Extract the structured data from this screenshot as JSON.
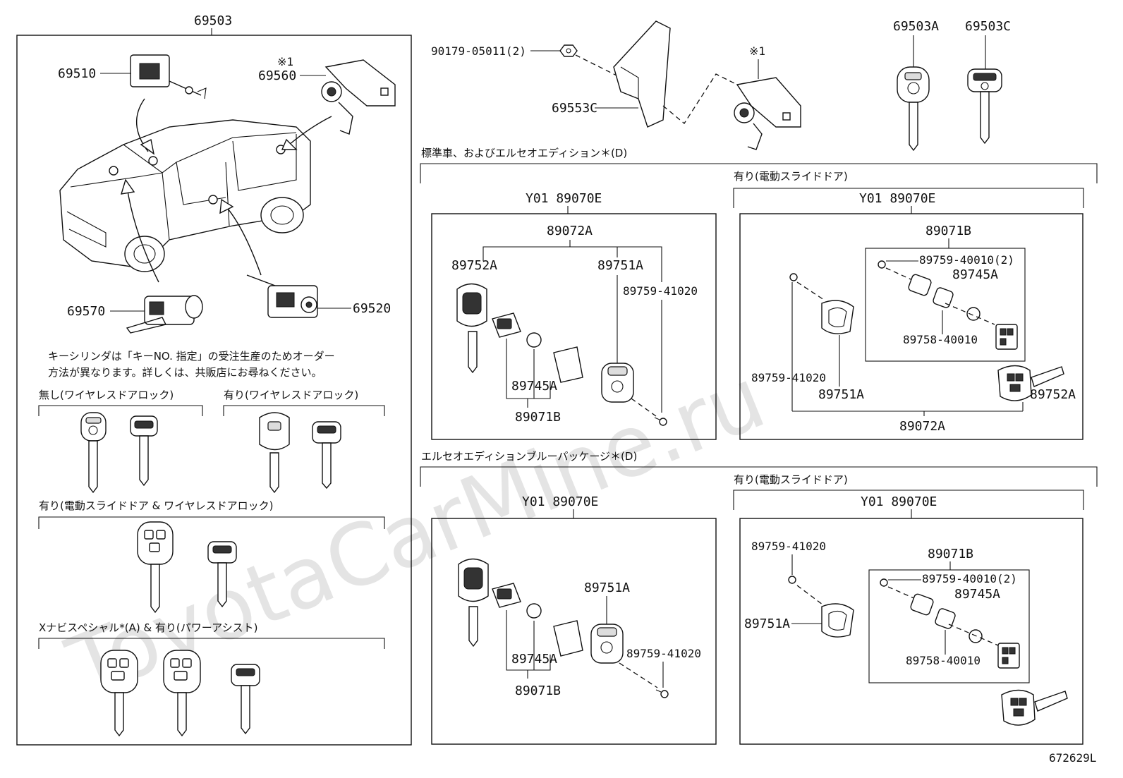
{
  "watermark": "ToyotaCarMine.ru",
  "diagram_code": "672629L",
  "left_group": {
    "assembly": "69503",
    "parts": {
      "door_lock_cyl_front": "69510",
      "back_door_cyl_mark": "※1",
      "back_door_cyl": "69560",
      "ignition_cyl": "69570",
      "door_lock_cyl_rh": "69520"
    },
    "note_line1": "キーシリンダは「キーNO. 指定」の受注生産のためオーダー",
    "note_line2": "方法が異なります。詳しくは、共販店にお尋ねください。",
    "sections": {
      "no_wireless": "無し(ワイヤレスドアロック)",
      "with_wireless": "有り(ワイヤレスドアロック)",
      "power_slide_wireless": "有り(電動スライドドア & ワイヤレスドアロック)",
      "x_navi": "Xナビスペシャル*(A) & 有り(パワーアシスト)"
    }
  },
  "top_right": {
    "nut": "90179-05011(2)",
    "bracket": "69553C",
    "cyl_mark": "※1",
    "key_a": "69503A",
    "key_c": "69503C"
  },
  "standard_section": {
    "header": "標準車、およびエルセオエディション＊(D)",
    "sub_header": "有り(電動スライドドア)",
    "left_box": {
      "title": "Y01 89070E",
      "housing_assy": "89072A",
      "key_blank": "89752A",
      "cover": "89751A",
      "screw": "89759-41020",
      "battery": "89745A",
      "board": "89071B"
    },
    "right_box": {
      "title": "Y01 89070E",
      "board": "89071B",
      "screw_small": "89759-40010(2)",
      "battery": "89745A",
      "gasket": "89758-40010",
      "screw": "89759-41020",
      "cover": "89751A",
      "key_blank": "89752A",
      "housing_assy": "89072A"
    }
  },
  "blue_section": {
    "header": "エルセオエディションブルーパッケージ＊(D)",
    "sub_header": "有り(電動スライドドア)",
    "left_box": {
      "title": "Y01 89070E",
      "cover": "89751A",
      "screw": "89759-41020",
      "battery": "89745A",
      "board": "89071B"
    },
    "right_box": {
      "title": "Y01 89070E",
      "screw": "89759-41020",
      "cover": "89751A",
      "board": "89071B",
      "screw_small": "89759-40010(2)",
      "battery": "89745A",
      "gasket": "89758-40010"
    }
  }
}
